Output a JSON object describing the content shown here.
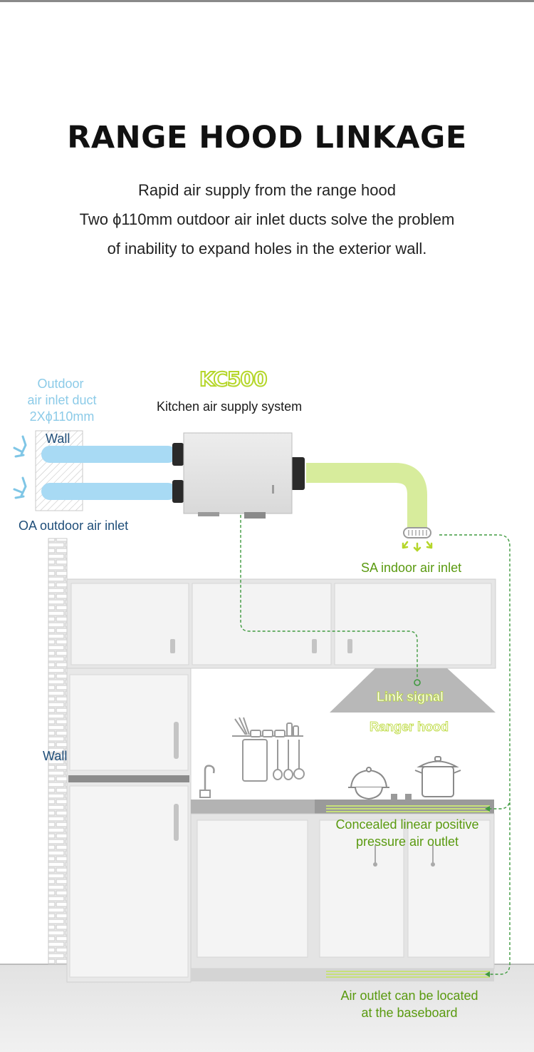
{
  "header": {
    "title": "RANGE HOOD LINKAGE",
    "lines": [
      "Rapid air supply from the range hood",
      "Two ϕ110mm outdoor air inlet ducts solve the problem",
      "of inability to expand holes in the exterior wall."
    ]
  },
  "diagram": {
    "product": "KC500",
    "product_desc": "Kitchen air supply system",
    "duct_label": [
      "Outdoor",
      "air inlet duct",
      "2Xϕ110mm"
    ],
    "wall_top": "Wall",
    "oa_label": "OA outdoor air inlet",
    "sa_label": "SA indoor air inlet",
    "link_signal": "Link signal",
    "range_hood": "Ranger hood",
    "wall_side": "Wall",
    "concealed_outlet": [
      "Concealed linear positive",
      "pressure air outlet"
    ],
    "baseboard_outlet": [
      "Air outlet can be located",
      "at the baseboard"
    ]
  },
  "colors": {
    "accent_green": "#b5d62a",
    "text_green": "#5a9a10",
    "duct_blue": "#9fd6f2",
    "label_blue": "#8ccbe8",
    "dark_blue": "#1f4e79",
    "signal_green": "#3f9a3f"
  }
}
